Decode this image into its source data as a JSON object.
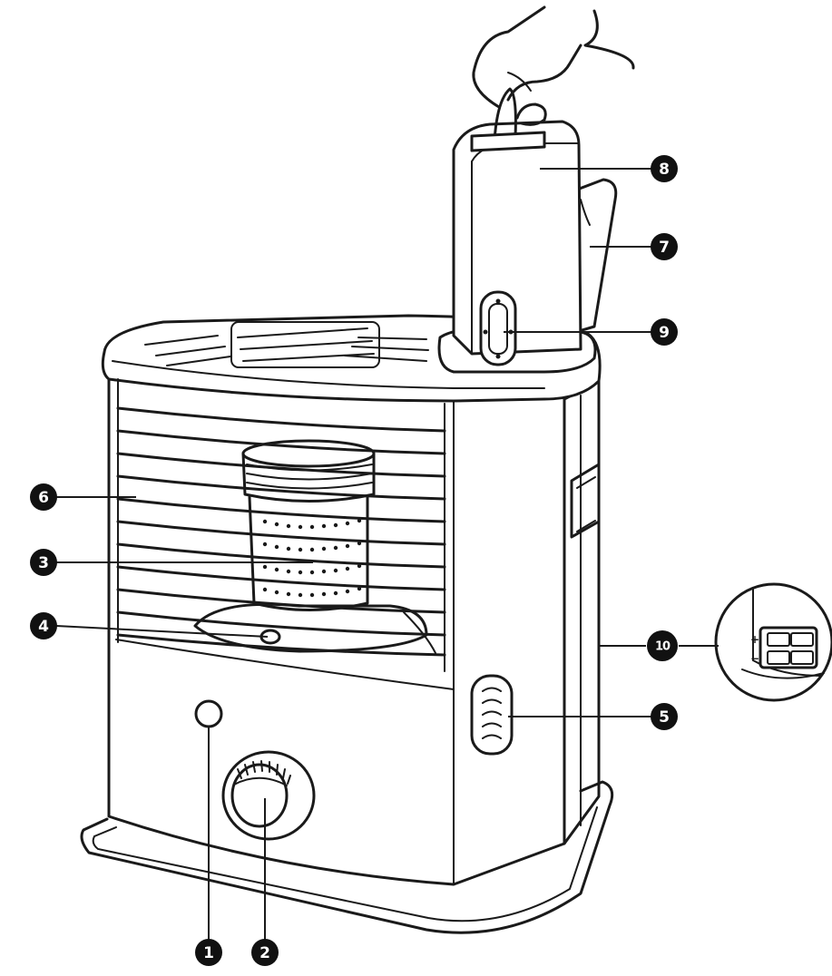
{
  "callouts": [
    {
      "id": "1",
      "label": "1"
    },
    {
      "id": "2",
      "label": "2"
    },
    {
      "id": "3",
      "label": "3"
    },
    {
      "id": "4",
      "label": "4"
    },
    {
      "id": "5",
      "label": "5"
    },
    {
      "id": "6",
      "label": "6"
    },
    {
      "id": "7",
      "label": "7"
    },
    {
      "id": "8",
      "label": "8"
    },
    {
      "id": "9",
      "label": "9"
    },
    {
      "id": "10",
      "label": "10"
    }
  ],
  "battery_inset": {
    "plus_sign": "+",
    "minus_sign": "−"
  },
  "colors": {
    "line": "#1a1a1a",
    "badge": "#111111",
    "background": "#ffffff"
  }
}
